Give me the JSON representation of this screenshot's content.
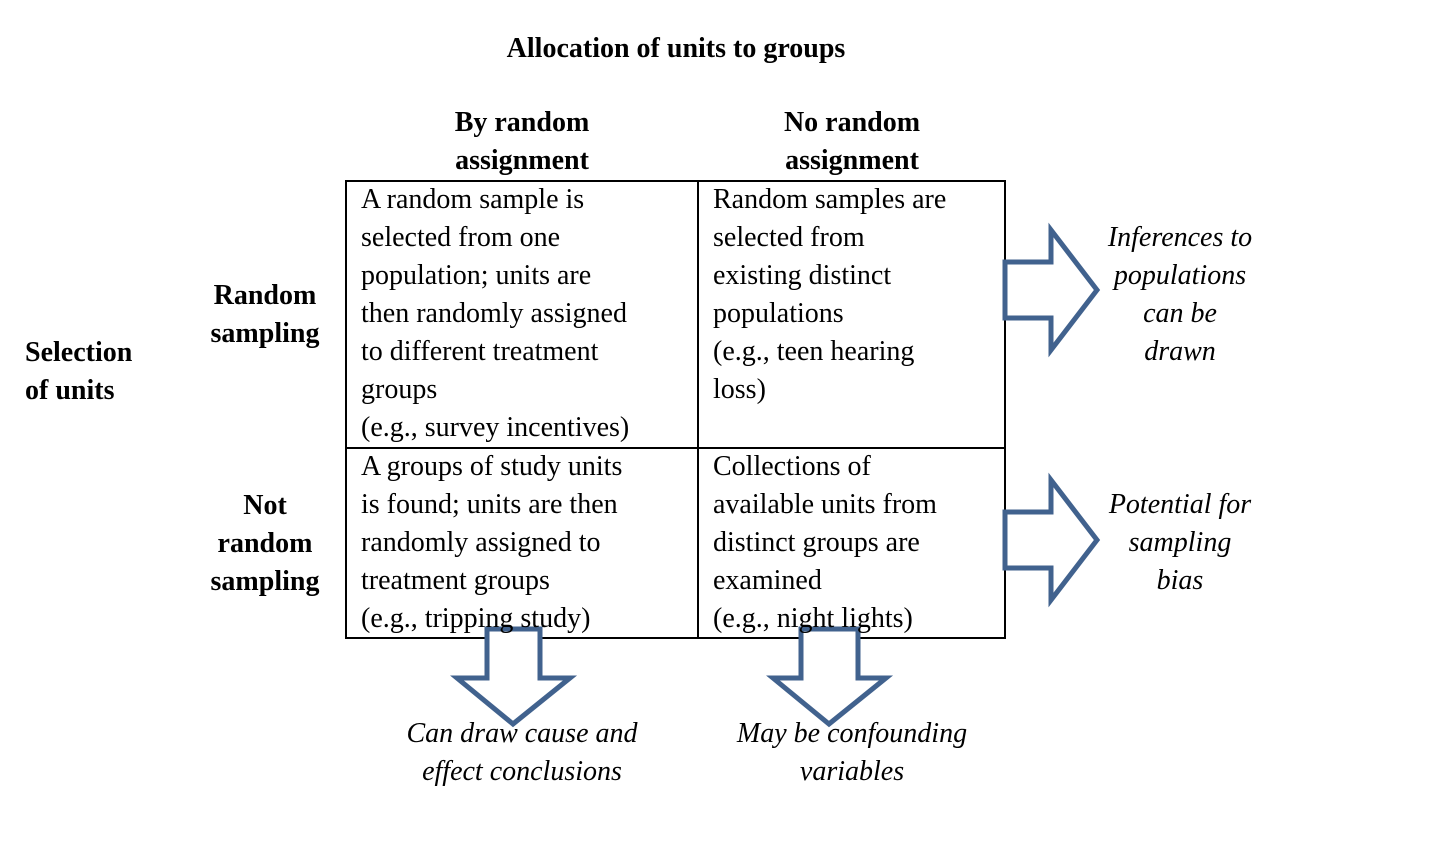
{
  "title": "Allocation of units to groups",
  "columns": {
    "random_assignment": [
      "By random",
      "assignment"
    ],
    "no_random_assignment": [
      "No random",
      "assignment"
    ]
  },
  "rows": {
    "random_sampling": [
      "Random",
      "sampling"
    ],
    "not_random_sampling": [
      "Not",
      "random",
      "sampling"
    ]
  },
  "selection_label": [
    "Selection",
    "of units"
  ],
  "cells": {
    "rs_ra": [
      "A random sample is",
      "selected from one",
      "population; units are",
      "then randomly assigned",
      "to different treatment",
      "groups",
      "(e.g., survey incentives)"
    ],
    "rs_nra": [
      "Random samples are",
      "selected from",
      "existing distinct",
      "populations",
      "(e.g., teen hearing",
      "loss)"
    ],
    "nrs_ra": [
      "A groups of study units",
      "is found; units are then",
      "randomly assigned to",
      "treatment groups",
      "(e.g., tripping study)"
    ],
    "nrs_nra": [
      "Collections of",
      "available units from",
      "distinct groups are",
      "examined",
      "(e.g., night lights)"
    ]
  },
  "notes": {
    "inferences": [
      "Inferences to",
      "populations",
      "can be",
      "drawn"
    ],
    "sampling_bias": [
      "Potential for",
      "sampling",
      "bias"
    ],
    "cause_effect": [
      "Can draw cause and",
      "effect conclusions"
    ],
    "confounding": [
      "May be confounding",
      "variables"
    ]
  },
  "colors": {
    "arrow_stroke": "#41628E",
    "grid_line": "#000000",
    "text": "#000000"
  }
}
